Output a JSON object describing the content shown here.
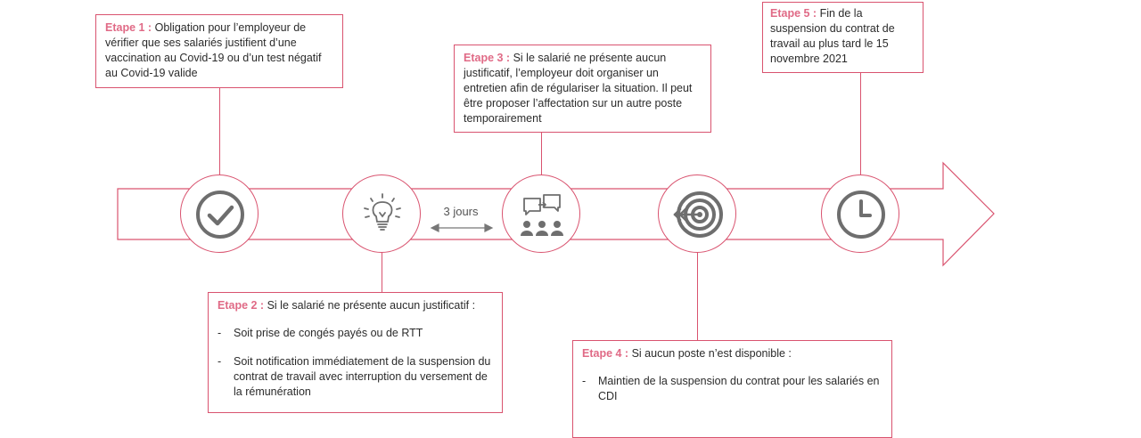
{
  "steps": [
    {
      "label": "Etape 1 :",
      "text": "Obligation pour l’employeur de vérifier que ses salariés justifient d’une vaccination au Covid-19 ou d’un test négatif au Covid-19 valide"
    },
    {
      "label": "Etape 2 :",
      "text": "Si le salarié ne présente aucun justificatif :",
      "bullets": [
        "Soit prise de congés payés ou de RTT",
        "Soit notification immédiatement de la suspension du contrat de travail avec interruption du versement de la rémunération"
      ]
    },
    {
      "label": "Etape 3 :",
      "text": "Si le salarié ne présente aucun justificatif, l’employeur doit organiser un entretien afin de régulariser la situation. Il peut être proposer l’affectation sur un autre poste temporairement"
    },
    {
      "label": "Etape 4 :",
      "text": "Si aucun poste n’est disponible :",
      "bullets": [
        "Maintien de la suspension du contrat pour les salariés en CDI"
      ]
    },
    {
      "label": "Etape 5 :",
      "text": "Fin de la suspension du contrat de travail au plus tard le 15 novembre 2021"
    }
  ],
  "interval_label": "3 jours",
  "icons": [
    "check-circle-icon",
    "lightbulb-icon",
    "meeting-icon",
    "target-icon",
    "clock-icon"
  ],
  "colors": {
    "accent": "#d9536f",
    "label": "#e06a86",
    "icon": "#6e6e6e",
    "text": "#2b2b2b"
  }
}
